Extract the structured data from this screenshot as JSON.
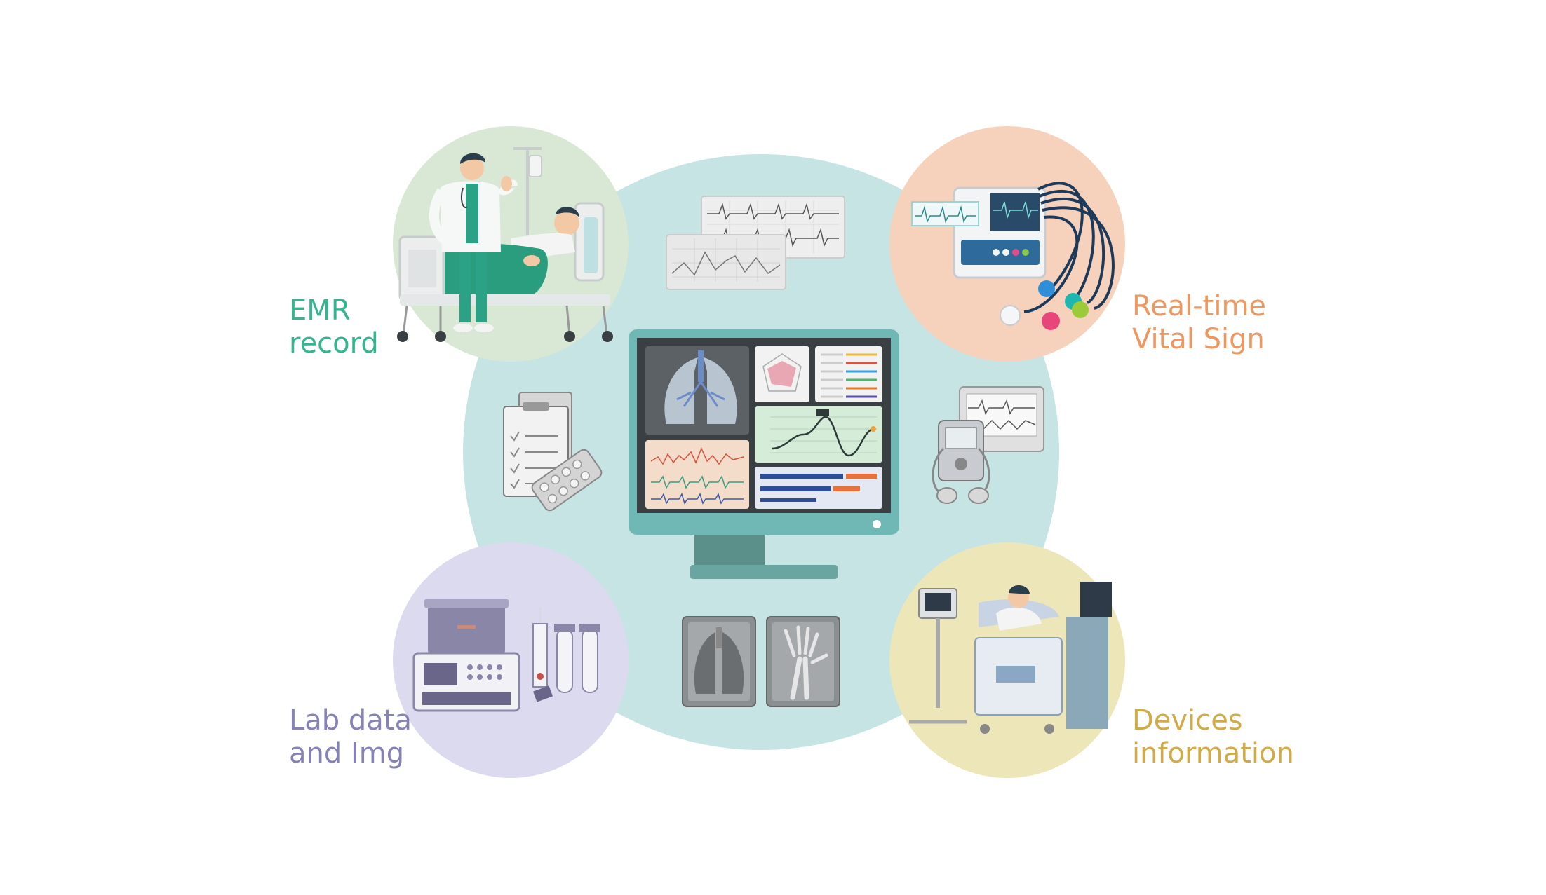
{
  "labels": {
    "emr": "EMR\nrecord",
    "vital": "Real-time\nVital Sign",
    "lab": "Lab data\nand Img",
    "devices": "Devices\ninformation"
  },
  "colors": {
    "hub": "#c6e4e3",
    "emr": "#33b58f",
    "vital": "#ec9860",
    "lab": "#8582b8",
    "devices": "#d2ab49",
    "emr_bg": "#d8e8d5",
    "vital_bg": "#f6d2bd",
    "lab_bg": "#dcdaee",
    "devices_bg": "#ede6b8"
  }
}
